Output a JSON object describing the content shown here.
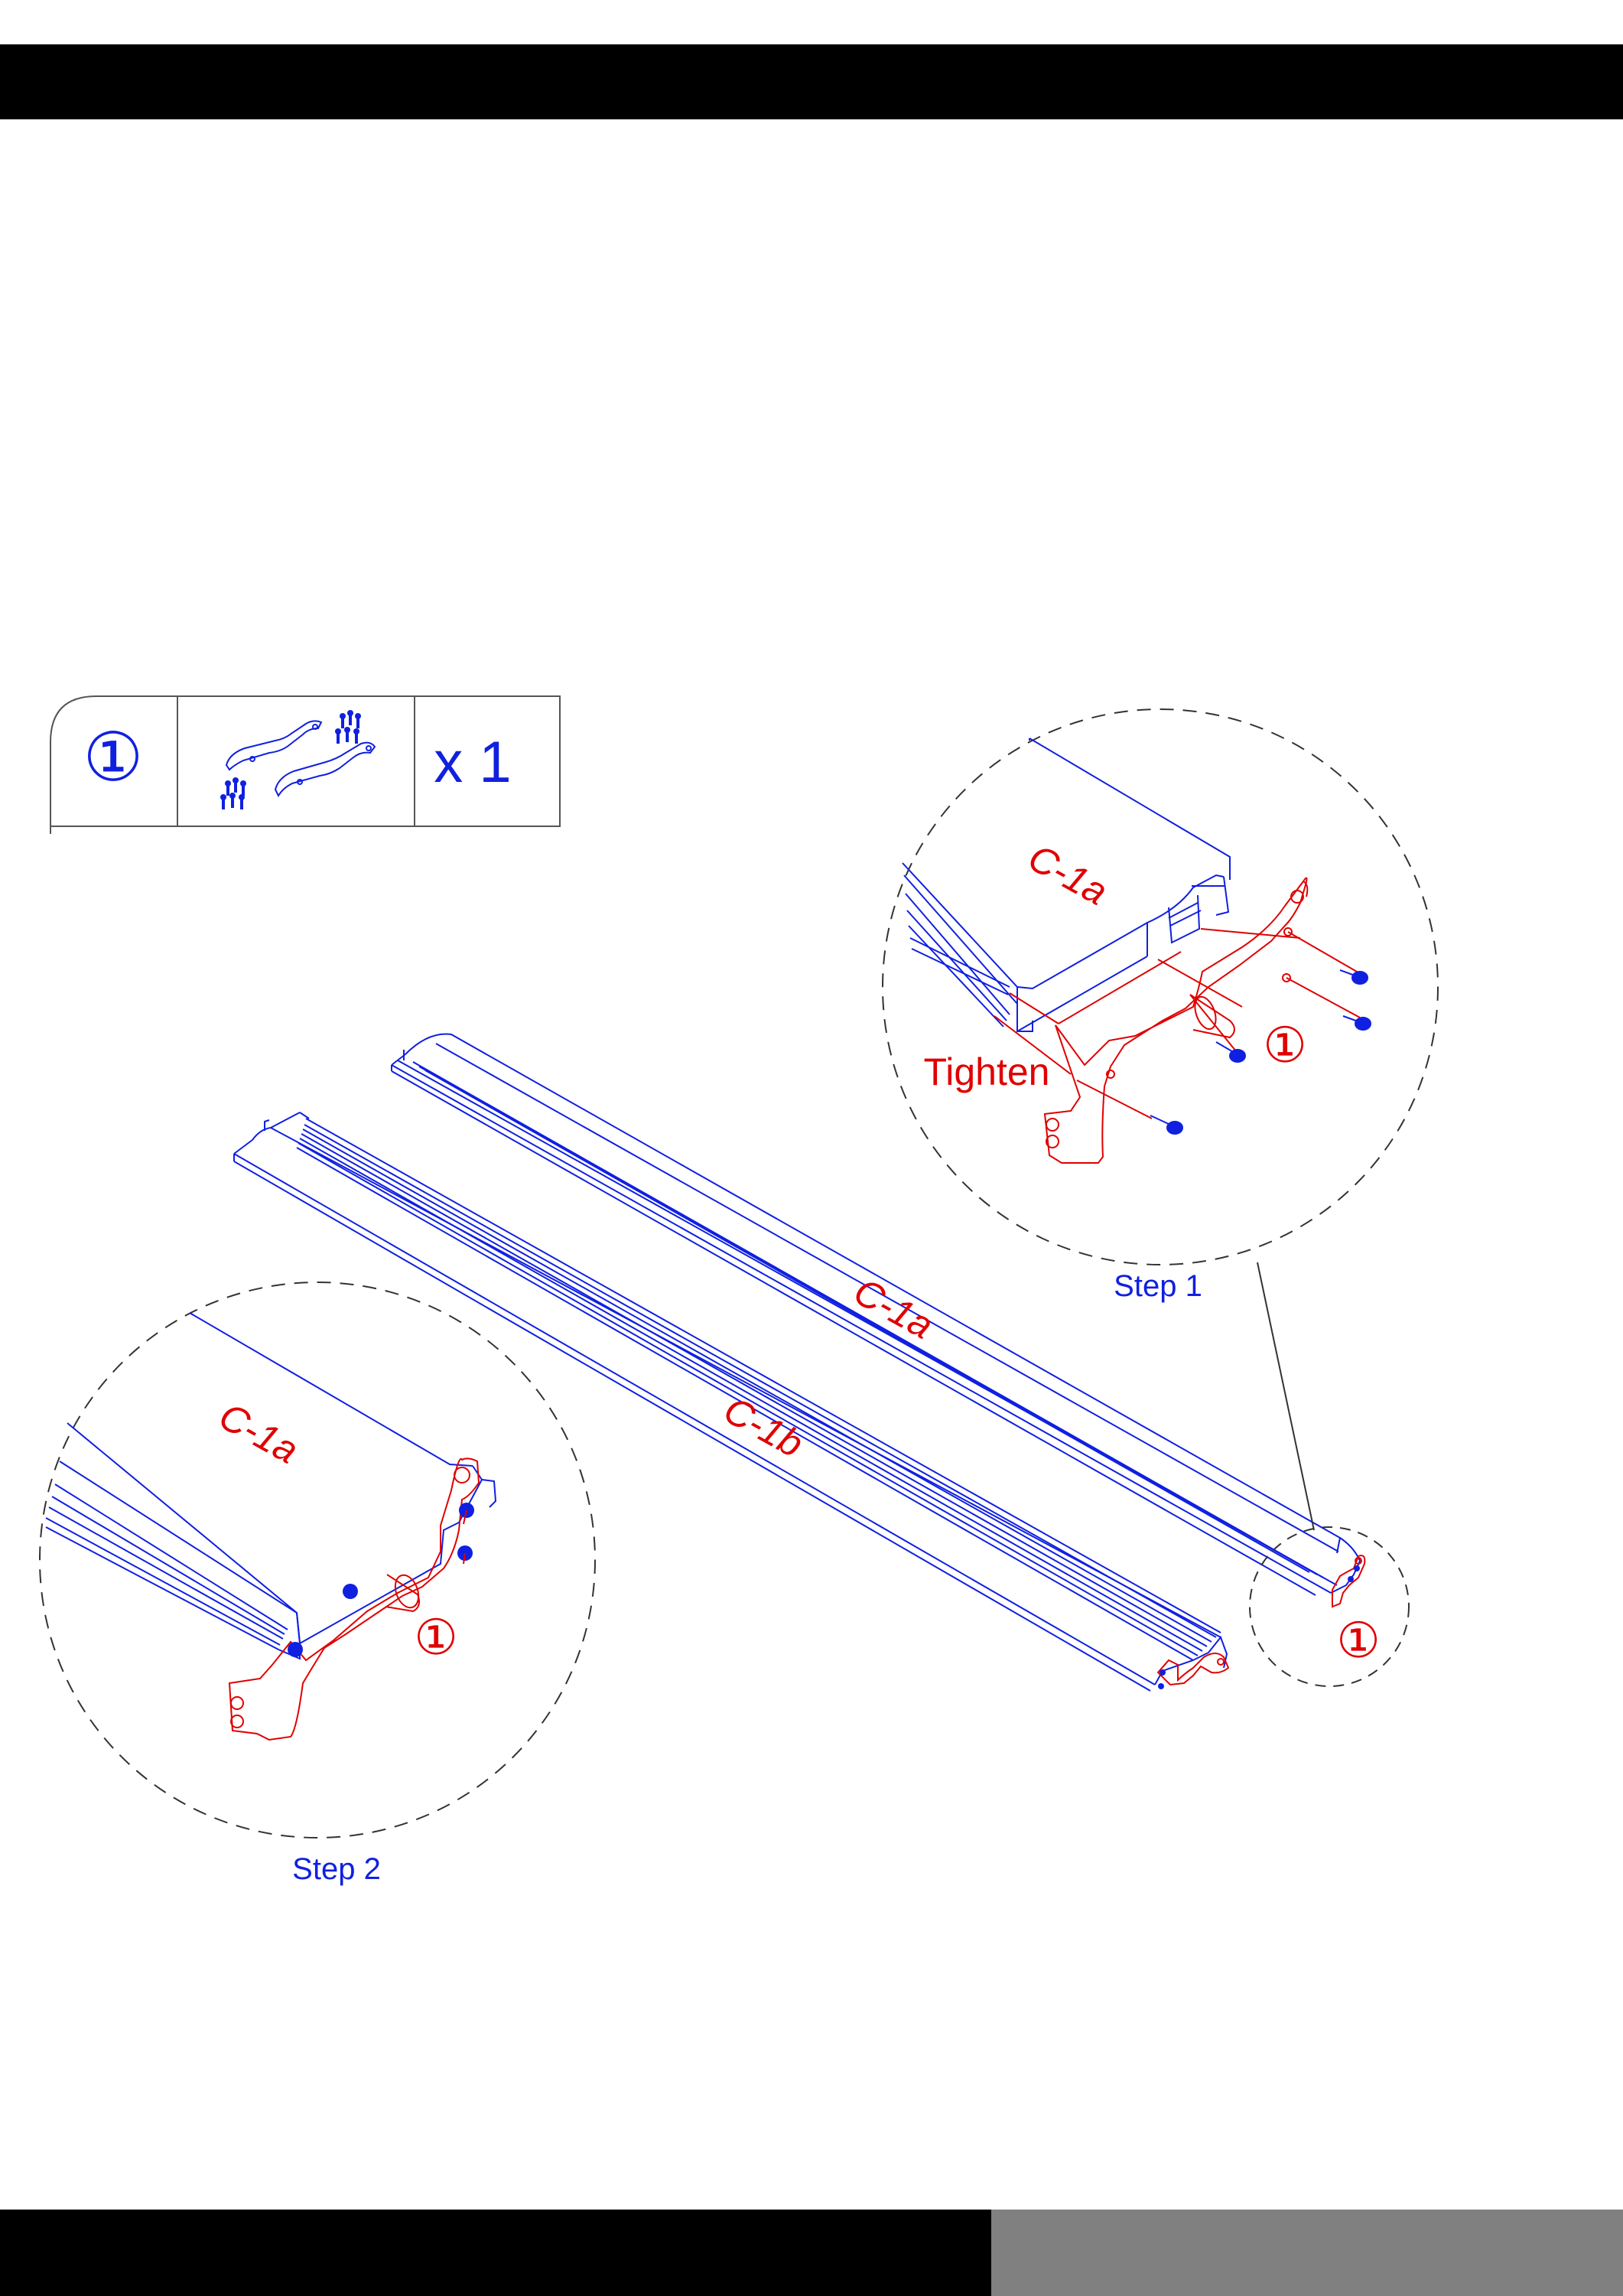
{
  "parts_table": {
    "badge": "①",
    "quantity": "x 1"
  },
  "labels": {
    "rail_a": "C-1a",
    "rail_b": "C-1b",
    "step1_rail": "C-1a",
    "step1_callout": "①",
    "step1_tighten": "Tighten",
    "step1_title": "Step 1",
    "step2_rail": "C-1a",
    "step2_callout": "①",
    "step2_title": "Step 2",
    "end_callout": "①"
  },
  "colors": {
    "part_blue": "#1020e0",
    "bracket_red": "#e00000",
    "bar_black": "#000000",
    "bar_grey": "#808080"
  },
  "icons": [
    "bracket-pair-icon",
    "screw-set-icon"
  ]
}
